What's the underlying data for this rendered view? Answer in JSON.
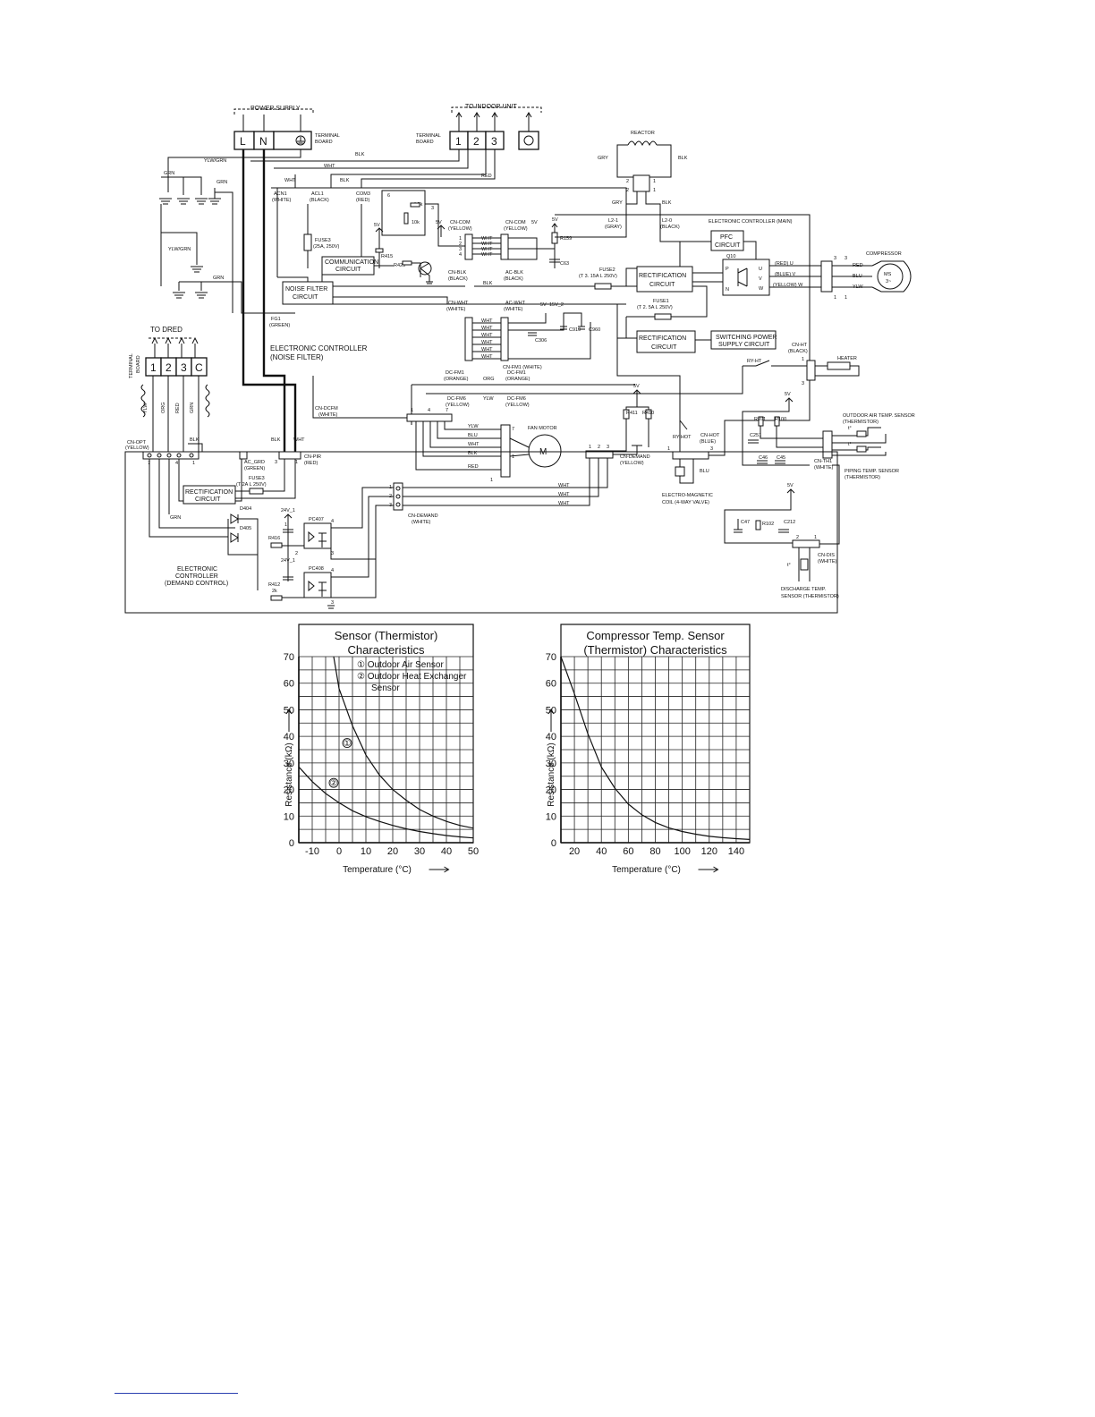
{
  "schematic": {
    "power_supply": "POWER SUPPLY",
    "to_indoor_unit": "TO INDOOR UNIT",
    "terminal_board": "TERMINAL",
    "terminal_board2": "BOARD",
    "terminals_power": [
      "L",
      "N"
    ],
    "terminals_indoor": [
      "1",
      "2",
      "3"
    ],
    "reactor": "REACTOR",
    "compressor": "COMPRESSOR",
    "ms": "MS",
    "ms3": "3~",
    "electronic_controller_main": "ELECTRONIC CONTROLLER (MAIN)",
    "pfc": [
      "PFC",
      "CIRCUIT"
    ],
    "rectification": [
      "RECTIFICATION",
      "CIRCUIT"
    ],
    "rectification2": [
      "RECTIFICATION",
      "CIRCUIT"
    ],
    "rectification3": [
      "RECTIFICATION",
      "CIRCUIT"
    ],
    "switching_power": [
      "SWITCHING POWER",
      "SUPPLY CIRCUIT"
    ],
    "communication": [
      "COMMUNICATION",
      "CIRCUIT"
    ],
    "noise_filter": [
      "NOISE FILTER",
      "CIRCUIT"
    ],
    "fuse3_main": [
      "FUSE3",
      "(25A, 250V)"
    ],
    "fuse2": [
      "FUSE2",
      "(T 3. 15A L 250V)"
    ],
    "fuse1": [
      "FUSE1",
      "(T 2. 5A L 250V)"
    ],
    "fuse3_demand": [
      "FUSE3",
      "(T 2A L 250V)"
    ],
    "q10": "Q10",
    "heater": "HEATER",
    "ry_ht": "RY-HT",
    "ry_hot": "RY-HOT",
    "cn_ht": [
      "CN-HT",
      "(BLACK)"
    ],
    "cn_hot": [
      "CN-HOT",
      "(BLUE)"
    ],
    "outdoor_air_sensor": [
      "OUTDOOR AIR TEMP. SENSOR",
      "(THERMISTOR)"
    ],
    "piping_sensor": [
      "PIPING TEMP. SENSOR",
      "(THERMISTOR)"
    ],
    "discharge_sensor": [
      "DISCHARGE TEMP.",
      "SENSOR (THERMISTOR)"
    ],
    "electro_magnetic": [
      "ELECTRO-MAGNETIC",
      "COIL (4-WAY VALVE)"
    ],
    "fan_motor": "FAN MOTOR",
    "motor_m": "M",
    "to_dred": "TO DRED",
    "dred_terminals": [
      "1",
      "2",
      "3",
      "C"
    ],
    "ec_noise_filter": [
      "ELECTRONIC CONTROLLER",
      "(NOISE FILTER)"
    ],
    "ec_demand": [
      "ELECTRONIC",
      "CONTROLLER",
      "(DEMAND CONTROL)"
    ],
    "acn1": [
      "ACN1",
      "(WHITE)"
    ],
    "acl1": [
      "ACL1",
      "(BLACK)"
    ],
    "com3": [
      "COM3",
      "(RED)"
    ],
    "fg1": [
      "FG1",
      "(GREEN)"
    ],
    "cn_blk": [
      "CN-BLK",
      "(BLACK)"
    ],
    "ac_blk": [
      "AC-BLK",
      "(BLACK)"
    ],
    "cn_wht": [
      "CN-WHT",
      "(WHITE)"
    ],
    "ac_wht": [
      "AC-WHT",
      "(WHITE)"
    ],
    "cn_com": [
      "CN-COM",
      "(YELLOW)"
    ],
    "cn_com2": [
      "CN-COM",
      "(YELLOW)"
    ],
    "cn_dcfm": [
      "CN-DCFM",
      "(WHITE)"
    ],
    "dc_fm1": [
      "DC-FM1",
      "(ORANGE)"
    ],
    "dc_fm1b": [
      "DC-FM1",
      "(ORANGE)"
    ],
    "dc_fm6": [
      "DC-FM6",
      "(YELLOW)"
    ],
    "dc_fm6b": [
      "DC-FM6",
      "(YELLOW)"
    ],
    "cn_fm1": "CN-FM1 (WHITE)",
    "cn_demand": [
      "CN-DEMAND",
      "(YELLOW)"
    ],
    "cn_demand2": [
      "CN-DEMAND",
      "(WHITE)"
    ],
    "cn_opt": [
      "CN-OPT",
      "(YELLOW)"
    ],
    "cn_pir": [
      "CN-PIR",
      "(RED)"
    ],
    "ac_grd": [
      "AC_GRD",
      "(GREEN)"
    ],
    "cn_th1": [
      "CN-TH1",
      "(WHITE)"
    ],
    "cn_dis": [
      "CN-DIS",
      "(WHITE)"
    ],
    "l2_1": [
      "L2-1",
      "(GRAY)"
    ],
    "l2_0": [
      "L2-0",
      "(BLACK)"
    ],
    "pc407": "PC407",
    "pc408": "PC408",
    "d404": "D404",
    "d405": "D405",
    "r416": "R416",
    "r412": "R412",
    "r412v": "2k",
    "v24_1": "24V_1",
    "v24_2": "24V_1",
    "r159": "R159",
    "c63": "C63",
    "c306": "C306",
    "c919": "C919",
    "c960": "C960",
    "r415": "R415",
    "r425": "R425",
    "v5": "5V",
    "v15": "15V_2",
    "c47": "C47",
    "r102": "R102",
    "c212": "C212",
    "r101": "R101",
    "r100": "R100",
    "c251": "C251",
    "c46": "C46",
    "c45": "C45",
    "r411": "R411",
    "r410": "R410",
    "blk": "BLK",
    "wht": "WHT",
    "red": "RED",
    "grn": "GRN",
    "gry": "GRY",
    "blu": "BLU",
    "ylw": "YLW",
    "org": "ORG",
    "ylw_grn": "YLW/GRN",
    "uvw": [
      "(RED)  U",
      "(BLUE)  V",
      "(YELLOW)  W"
    ],
    "comp_wires": [
      "RED",
      "BLU",
      "YLW"
    ],
    "t_deg": "t°"
  },
  "chart_data": [
    {
      "type": "line",
      "title": [
        "Sensor (Thermistor)",
        "Characteristics"
      ],
      "xlabel": "Temperature (°C)",
      "ylabel": "Resistance (kΩ)",
      "xlim": [
        -15,
        50
      ],
      "ylim": [
        0,
        70
      ],
      "xticks": [
        -10,
        0,
        10,
        20,
        30,
        40,
        50
      ],
      "yticks": [
        0,
        10,
        20,
        30,
        40,
        50,
        60,
        70
      ],
      "legend": [
        "① Outdoor Air Sensor",
        "② Outdoor Heat Exchanger",
        "Sensor"
      ],
      "series": [
        {
          "name": "①",
          "x": [
            -2,
            0,
            5,
            10,
            15,
            20,
            25,
            30,
            35,
            40,
            45,
            50
          ],
          "y": [
            70,
            58,
            44,
            33,
            25.5,
            20,
            16,
            12.5,
            10,
            8,
            6.5,
            5.5
          ]
        },
        {
          "name": "②",
          "x": [
            -15,
            -10,
            -5,
            0,
            5,
            10,
            15,
            20,
            25,
            30,
            35,
            40,
            45,
            50
          ],
          "y": [
            28.5,
            23,
            18.5,
            15,
            12,
            9.8,
            8,
            6.5,
            5.2,
            4.2,
            3.4,
            2.7,
            2.2,
            1.8
          ]
        }
      ]
    },
    {
      "type": "line",
      "title": [
        "Compressor Temp. Sensor",
        "(Thermistor) Characteristics"
      ],
      "xlabel": "Temperature (°C)",
      "ylabel": "Resistance (kΩ)",
      "xlim": [
        10,
        150
      ],
      "ylim": [
        0,
        70
      ],
      "xticks": [
        20,
        40,
        60,
        80,
        100,
        120,
        140
      ],
      "yticks": [
        0,
        10,
        20,
        30,
        40,
        50,
        60,
        70
      ],
      "series": [
        {
          "name": "",
          "x": [
            10,
            20,
            30,
            40,
            50,
            60,
            70,
            80,
            90,
            100,
            110,
            120,
            130,
            140,
            150
          ],
          "y": [
            70,
            56,
            41,
            28.5,
            20.5,
            14.5,
            10.5,
            7.6,
            5.6,
            4.2,
            3.2,
            2.4,
            1.9,
            1.5,
            1.2
          ]
        }
      ]
    }
  ]
}
